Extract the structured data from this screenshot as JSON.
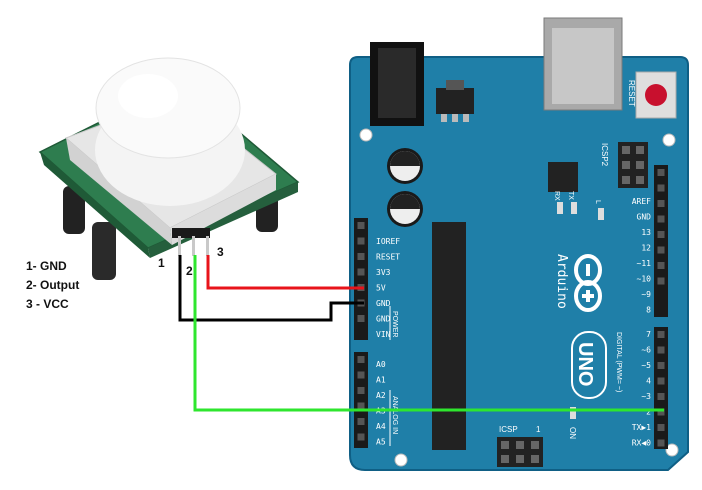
{
  "legend": {
    "items": [
      "1- GND",
      "2- Output",
      "3 - VCC"
    ]
  },
  "sensor": {
    "pin_numbers": [
      "1",
      "2",
      "3"
    ]
  },
  "board": {
    "reset_label": "RESET",
    "icsp2_label": "ICSP2",
    "icsp_label": "ICSP",
    "icsp_one": "1",
    "tx_label": "TX",
    "rx_label": "RX",
    "l_label": "L",
    "on_label": "ON",
    "brand": "Arduino",
    "model": "UNO",
    "power_section": "POWER",
    "analog_section": "ANALOG IN",
    "digital_section": "DIGITAL (PWM= ~)",
    "power_pins": [
      "IOREF",
      "RESET",
      "3V3",
      "5V",
      "GND",
      "GND",
      "VIN"
    ],
    "analog_pins": [
      "A0",
      "A1",
      "A2",
      "A3",
      "A4",
      "A5"
    ],
    "digital_top": [
      "AREF",
      "GND",
      "13",
      "12",
      "~11",
      "~10",
      "~9",
      "8"
    ],
    "digital_bottom": [
      "7",
      "~6",
      "~5",
      "4",
      "~3",
      "2",
      "TX▶1",
      "RX◀0"
    ]
  },
  "colors": {
    "board": "#1f7fa8",
    "wire_red": "#e8141b",
    "wire_black": "#000000",
    "wire_green": "#2ee62e",
    "sensor_pcb": "#2e7d4f",
    "dome": "#f2f2f2"
  }
}
